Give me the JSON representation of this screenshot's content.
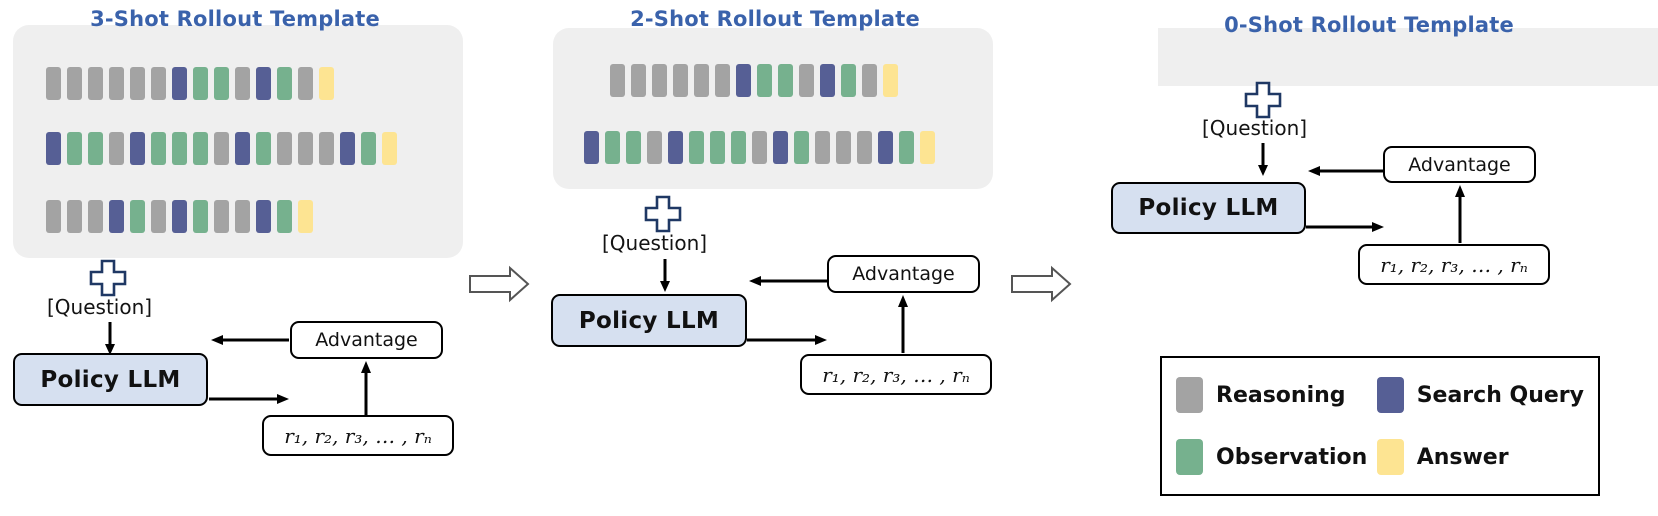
{
  "panels": [
    {
      "id": "three-shot",
      "title": "3-Shot Rollout Template",
      "rows": [
        [
          "reasoning",
          "reasoning",
          "reasoning",
          "reasoning",
          "reasoning",
          "reasoning",
          "search",
          "observation",
          "observation",
          "reasoning",
          "search",
          "observation",
          "reasoning",
          "answer"
        ],
        [
          "search",
          "observation",
          "observation",
          "reasoning",
          "search",
          "observation",
          "observation",
          "observation",
          "reasoning",
          "search",
          "observation",
          "reasoning",
          "reasoning",
          "reasoning",
          "search",
          "observation",
          "answer"
        ],
        [
          "reasoning",
          "reasoning",
          "reasoning",
          "search",
          "observation",
          "reasoning",
          "search",
          "observation",
          "reasoning",
          "reasoning",
          "search",
          "observation",
          "answer"
        ]
      ],
      "plus_symbol": "+",
      "question_label": "[Question]",
      "policy_label": "Policy LLM",
      "advantage_label": "Advantage",
      "rewards_label": "r₁, r₂, r₃, … , rₙ"
    },
    {
      "id": "two-shot",
      "title": "2-Shot Rollout Template",
      "rows": [
        [
          "reasoning",
          "reasoning",
          "reasoning",
          "reasoning",
          "reasoning",
          "reasoning",
          "search",
          "observation",
          "observation",
          "reasoning",
          "search",
          "observation",
          "reasoning",
          "answer"
        ],
        [
          "search",
          "observation",
          "observation",
          "reasoning",
          "search",
          "observation",
          "observation",
          "observation",
          "reasoning",
          "search",
          "observation",
          "reasoning",
          "reasoning",
          "reasoning",
          "search",
          "observation",
          "answer"
        ]
      ],
      "plus_symbol": "+",
      "question_label": "[Question]",
      "policy_label": "Policy LLM",
      "advantage_label": "Advantage",
      "rewards_label": "r₁, r₂, r₃, … , rₙ"
    },
    {
      "id": "zero-shot",
      "title": "0-Shot Rollout Template",
      "rows": [],
      "plus_symbol": "+",
      "question_label": "[Question]",
      "policy_label": "Policy LLM",
      "advantage_label": "Advantage",
      "rewards_label": "r₁, r₂, r₃, … , rₙ"
    }
  ],
  "transition_arrows": [
    {
      "name": "arrow-panel1-to-panel2"
    },
    {
      "name": "arrow-panel2-to-panel3"
    }
  ],
  "legend": {
    "items": [
      {
        "label": "Reasoning",
        "color": "#a3a3a3"
      },
      {
        "label": "Search Query",
        "color": "#565f95"
      },
      {
        "label": "Observation",
        "color": "#76b18e"
      },
      {
        "label": "Answer",
        "color": "#fde492"
      }
    ]
  },
  "colors": {
    "reasoning": "#a3a3a3",
    "search_query": "#565f95",
    "observation": "#76b18e",
    "answer": "#fde492",
    "title_blue": "#3a62ab",
    "policy_fill": "#d6e0f0",
    "card_gray": "#efefef",
    "plus_stroke": "#1f3864"
  }
}
